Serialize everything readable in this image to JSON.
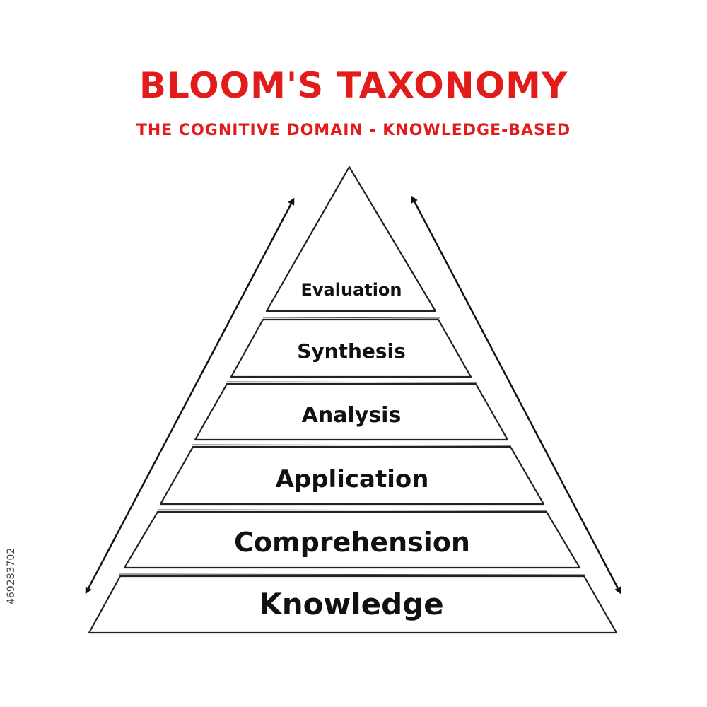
{
  "header": {
    "title": "BLOOM'S TAXONOMY",
    "subtitle": "THE COGNITIVE DOMAIN - KNOWLEDGE-BASED"
  },
  "pyramid": {
    "levels": [
      {
        "label": "Evaluation"
      },
      {
        "label": "Synthesis"
      },
      {
        "label": "Analysis"
      },
      {
        "label": "Application"
      },
      {
        "label": "Comprehension"
      },
      {
        "label": "Knowledge"
      }
    ]
  },
  "watermark": {
    "stock_id": "469283702"
  },
  "colors": {
    "title": "#e21b1b",
    "stroke": "#222222",
    "text": "#111111"
  }
}
